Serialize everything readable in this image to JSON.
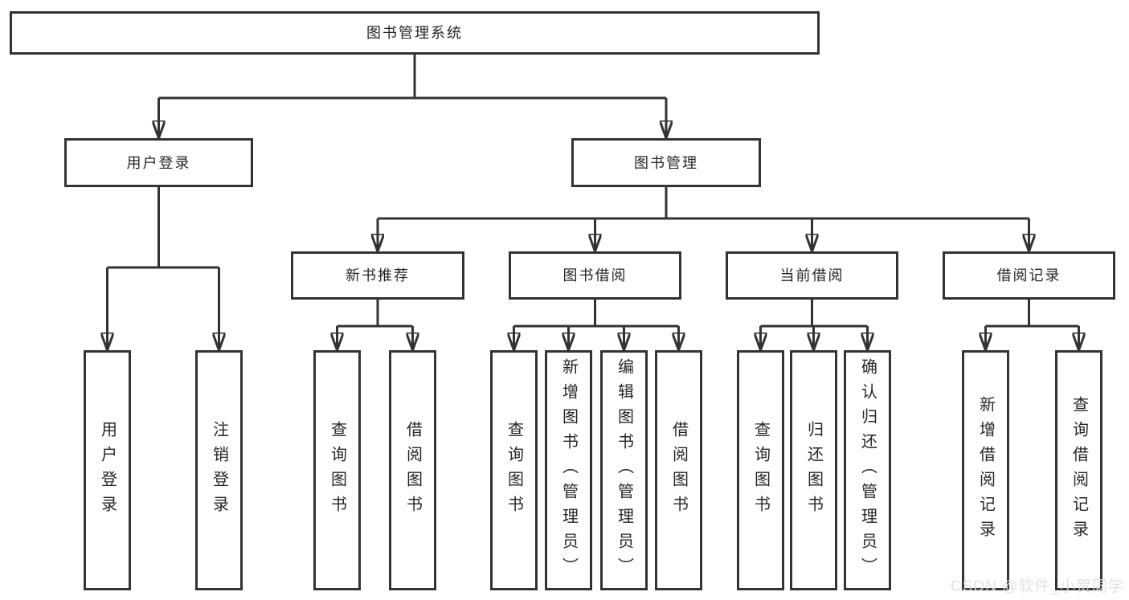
{
  "colors": {
    "line": "#333333",
    "text": "#262626",
    "background": "#ffffff",
    "watermark": "#e0e0e0"
  },
  "watermark": "CSDN @软件_小贺同学",
  "nodes": {
    "root": {
      "label": "图书管理系统"
    },
    "user_login": {
      "label": "用户登录"
    },
    "book_mgmt": {
      "label": "图书管理"
    },
    "new_books": {
      "label": "新书推荐"
    },
    "book_borrow": {
      "label": "图书借阅"
    },
    "current_borrow": {
      "label": "当前借阅"
    },
    "borrow_records": {
      "label": "借阅记录"
    },
    "leaf_user_login": {
      "label": "用户登录"
    },
    "leaf_logout": {
      "label": "注销登录"
    },
    "leaf_nb_query": {
      "label": "查询图书"
    },
    "leaf_nb_borrow": {
      "label": "借阅图书"
    },
    "leaf_bb_query": {
      "label": "查询图书"
    },
    "leaf_bb_add": {
      "label": "新增图书（管理员）"
    },
    "leaf_bb_edit": {
      "label": "编辑图书（管理员）"
    },
    "leaf_bb_borrow": {
      "label": "借阅图书"
    },
    "leaf_cb_query": {
      "label": "查询图书"
    },
    "leaf_cb_return": {
      "label": "归还图书"
    },
    "leaf_cb_confirm": {
      "label": "确认归还（管理员）"
    },
    "leaf_br_add": {
      "label": "新增借阅记录"
    },
    "leaf_br_query": {
      "label": "查询借阅记录"
    }
  }
}
